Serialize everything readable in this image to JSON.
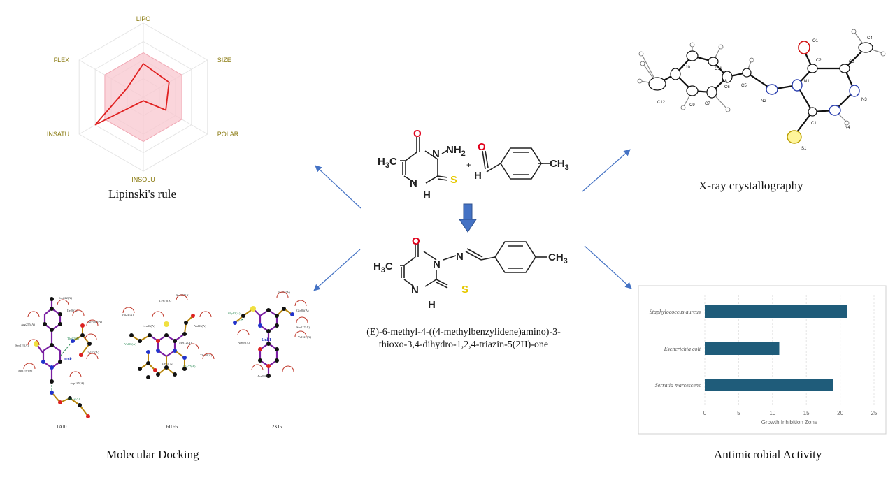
{
  "captions": {
    "lipinski": "Lipinski's rule",
    "xray": "X-ray crystallography",
    "docking": "Molecular Docking",
    "antimicrobial": "Antimicrobial Activity"
  },
  "compound": {
    "name_line1": "(E)-6-methyl-4-((4-methylbenzylidene)amino)-3-",
    "name_line2": "thioxo-3,4-dihydro-1,2,4-triazin-5(2H)-one",
    "atoms": {
      "O": "O",
      "N": "N",
      "NH": "NH",
      "NH2": "NH",
      "sub2": "2",
      "H": "H",
      "S": "S",
      "CH3": "CH",
      "sub3": "3",
      "plus": "+",
      "H3C": "H",
      "sub3b": "3",
      "C": "C"
    }
  },
  "radar": {
    "axes": [
      "LIPO",
      "SIZE",
      "POLAR",
      "INSOLU",
      "INSATU",
      "FLEX"
    ],
    "values": [
      0.45,
      0.4,
      0.35,
      0.05,
      0.75,
      0.25
    ]
  },
  "crystal_labels": [
    "O1",
    "C4",
    "C3",
    "C2",
    "N3",
    "N1",
    "N2",
    "C5",
    "C6",
    "C11",
    "C10",
    "C9",
    "C12",
    "C8",
    "C7",
    "C1",
    "N4",
    "S1"
  ],
  "docking": {
    "ids": [
      "1AJ0",
      "6UF6",
      "2KI5"
    ],
    "panel1": [
      "Ser222(A)",
      "Arg255(A)",
      "Ile20(A)",
      "Gly188(A)",
      "Thr62(A)",
      "Ile117(A)",
      "Ser219(A)",
      "Met197(A)",
      "Unk1",
      "Asp185(A)",
      "Asn22(A)"
    ],
    "panel2": [
      "Ser225(A)",
      "Lys78(A)",
      "Val24(A)",
      "Leu36(A)",
      "Val33(A)",
      "Val20(A)",
      "Ile75(A)",
      "Gly77(A)",
      "Met72(A)",
      "Thr30(A)"
    ],
    "panel3": [
      "Ser82(A)",
      "Gly83(A)",
      "Gln86(A)",
      "Val121(A)",
      "Ser117(A)",
      "Unk1",
      "Ala69(A)",
      "Asn94(A)"
    ]
  },
  "chart_data": {
    "type": "bar",
    "orientation": "horizontal",
    "categories": [
      "Staphylococcus aureus",
      "Escherichia coli",
      "Serratia marcescens"
    ],
    "values": [
      21,
      11,
      19
    ],
    "xlabel": "Growth Inhibition Zone",
    "xlim": [
      0,
      25
    ],
    "ticks": [
      0,
      5,
      10,
      15,
      20,
      25
    ],
    "bar_color": "#1f5c7a"
  }
}
